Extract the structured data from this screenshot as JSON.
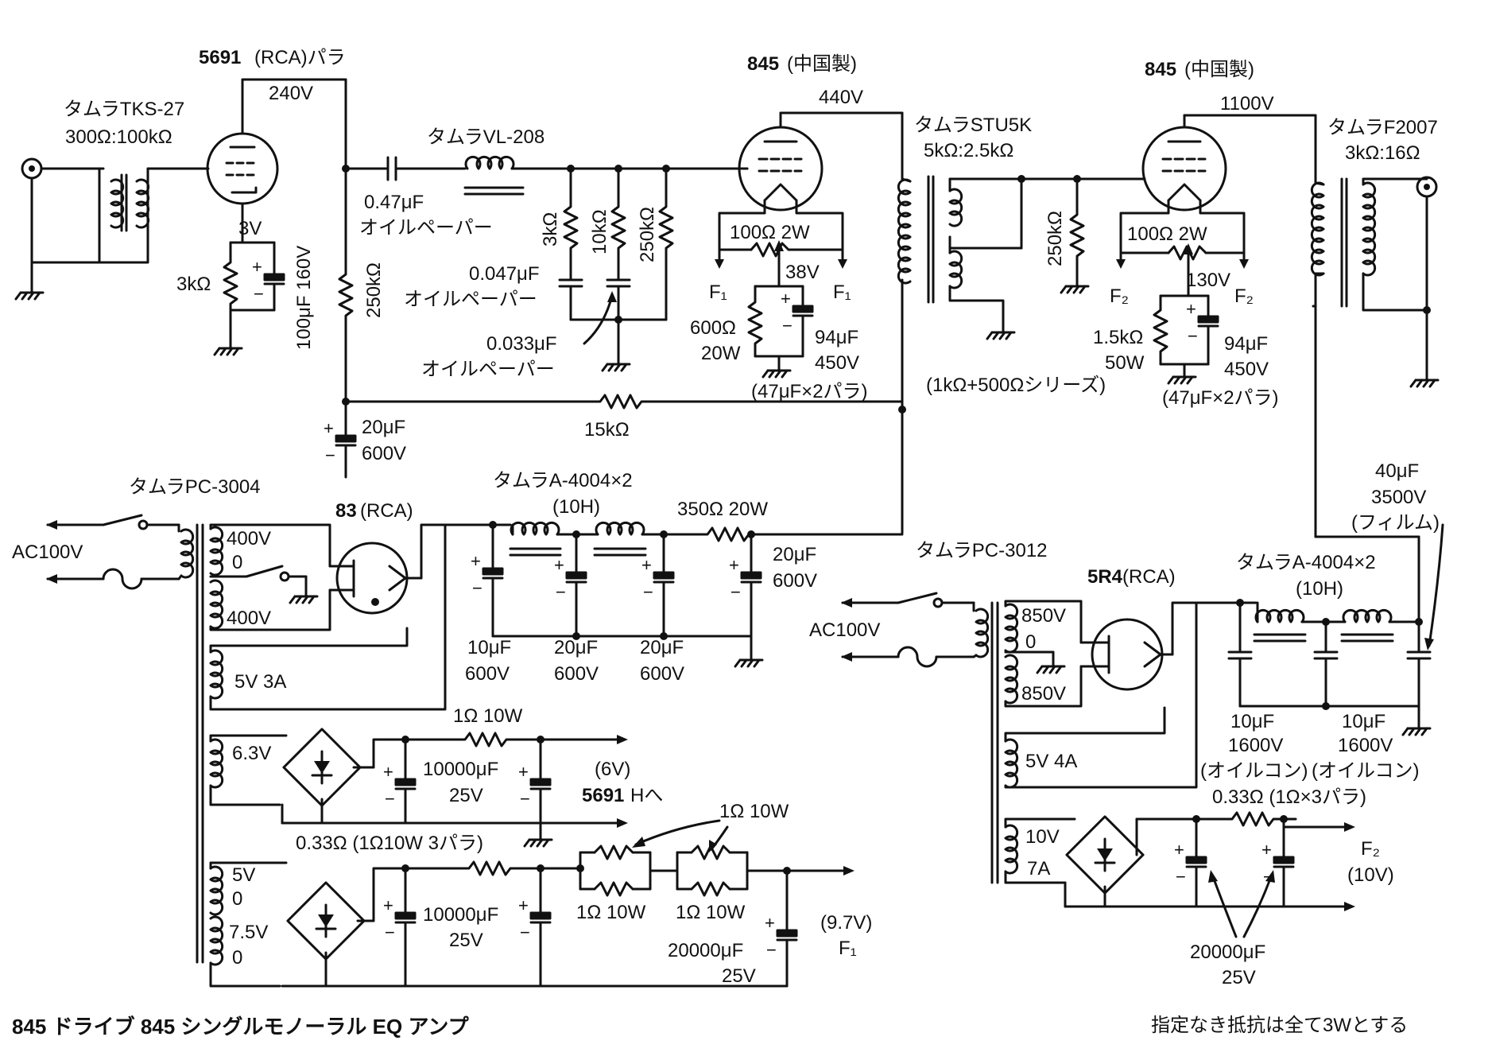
{
  "title": "845 ドライブ 845 シングルモノーラル EQ アンプ",
  "note": "指定なき抵抗は全て3Wとする",
  "tubes": {
    "v1": {
      "type": "5691",
      "maker": "(RCA)パラ"
    },
    "v2": {
      "type": "845",
      "maker": "(中国製)"
    },
    "v3": {
      "type": "845",
      "maker": "(中国製)"
    },
    "rect1": {
      "type": "83",
      "maker": "(RCA)"
    },
    "rect2": {
      "type": "5R4",
      "maker": "(RCA)"
    }
  },
  "transformers": {
    "input": {
      "name": "タムラTKS-27",
      "ratio": "300Ω:100kΩ"
    },
    "interstage": {
      "name": "タムラSTU5K",
      "ratio": "5kΩ:2.5kΩ"
    },
    "output": {
      "name": "タムラF2007",
      "ratio": "3kΩ:16Ω"
    },
    "ps1": {
      "name": "タムラPC-3004"
    },
    "ps2": {
      "name": "タムラPC-3012"
    }
  },
  "chokes": {
    "vl208": "タムラVL-208",
    "a4004_1": {
      "name": "タムラA-4004×2",
      "value": "(10H)"
    },
    "a4004_2": {
      "name": "タムラA-4004×2",
      "value": "(10H)"
    }
  },
  "voltages": {
    "v1_plate": "240V",
    "v1_cathode": "3V",
    "v2_plate": "440V",
    "v2_bias": "38V",
    "v3_plate": "1100V",
    "v3_bias": "130V"
  },
  "labels": {
    "r_v1k": "3kΩ",
    "c_v1k": "100μF 160V",
    "r_grid1": "250kΩ",
    "c_coupling_val": "0.47μF",
    "c_coupling_type": "オイルペーパー",
    "c_047_val": "0.047μF",
    "c_047_type": "オイルペーパー",
    "c_033_val": "0.033μF",
    "c_033_type": "オイルペーパー",
    "r_eq_3k": "3kΩ",
    "r_eq_10k": "10kΩ",
    "r_eq_250k": "250kΩ",
    "hum1": "100Ω 2W",
    "f1a": "F₁",
    "f1b": "F₁",
    "rk2_val": "600Ω",
    "rk2_w": "20W",
    "ck2_val": "94μF",
    "ck2_v": "450V",
    "ck2_note": "(47μF×2パラ)",
    "r_grid3": "250kΩ",
    "hum2": "100Ω 2W",
    "f2a": "F₂",
    "f2b": "F₂",
    "rk3_val": "1.5kΩ",
    "rk3_w": "50W",
    "rk3_note": "(1kΩ+500Ωシリーズ)",
    "ck3_val": "94μF",
    "ck3_v": "450V",
    "ck3_note": "(47μF×2パラ)",
    "r_nfb": "15kΩ",
    "c_dec_val": "20μF",
    "c_dec_v": "600V",
    "ac1": "AC100V",
    "ps1_400a": "400V",
    "ps1_0": "0",
    "ps1_400b": "400V",
    "ps1_5v": "5V 3A",
    "ps1_63": "6.3V",
    "ps1_5v2": "5V",
    "ps1_0b": "0",
    "ps1_75": "7.5V",
    "ps1_0c": "0",
    "r350": "350Ω 20W",
    "c10_600_val": "10μF",
    "c10_600_v": "600V",
    "c20a_val": "20μF",
    "c20a_v": "600V",
    "c20b_val": "20μF",
    "c20b_v": "600V",
    "c20c_val": "20μF",
    "c20c_v": "600V",
    "r1_10w": "1Ω 10W",
    "c10000a_val": "10000μF",
    "c10000a_v": "25V",
    "out6v": "(6V)",
    "to5691h_b": "5691",
    "to5691h_t": "Hへ",
    "r033a": "0.33Ω (1Ω10W 3パラ)",
    "r1_10w_top": "1Ω 10W",
    "r1_10w_b1": "1Ω 10W",
    "r1_10w_b2": "1Ω 10W",
    "c10000b_val": "10000μF",
    "c10000b_v": "25V",
    "c20000a_val": "20000μF",
    "c20000a_v": "25V",
    "out97v": "(9.7V)",
    "outf1": "F₁",
    "ac2": "AC100V",
    "ps2_850a": "850V",
    "ps2_0": "0",
    "ps2_850b": "850V",
    "ps2_5v": "5V 4A",
    "ps2_10v": "10V",
    "ps2_7a": "7A",
    "c40_val": "40μF",
    "c40_v": "3500V",
    "c40_type": "(フィルム)",
    "c1600a_val": "10μF",
    "c1600a_v": "1600V",
    "c1600a_type": "(オイルコン)",
    "c1600b_val": "10μF",
    "c1600b_v": "1600V",
    "c1600b_type": "(オイルコン)",
    "r033b": "0.33Ω (1Ω×3パラ)",
    "outf2": "F₂",
    "outf2v": "(10V)",
    "c20000b_val": "20000μF",
    "c20000b_v": "25V"
  }
}
